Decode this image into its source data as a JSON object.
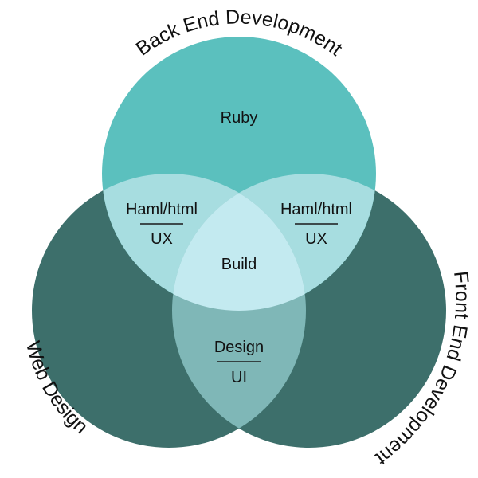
{
  "diagram": {
    "type": "venn",
    "sets": [
      {
        "label": "Back End Development",
        "color": "#5bc0be"
      },
      {
        "label": "Web Design",
        "color": "#3d6f6b"
      },
      {
        "label": "Front End Development",
        "color": "#3d6f6b"
      }
    ],
    "regions": {
      "back_end_only": "Ruby",
      "back_web_top": "Haml/html",
      "back_web_bottom": "UX",
      "back_front_top": "Haml/html",
      "back_front_bottom": "UX",
      "web_front_top": "Design",
      "web_front_bottom": "UI",
      "center": "Build"
    },
    "colors": {
      "back_web_overlap": "#a7dde0",
      "back_front_overlap": "#a7dde0",
      "web_front_overlap": "#7fb7b7",
      "center": "#c3eaf0"
    }
  }
}
